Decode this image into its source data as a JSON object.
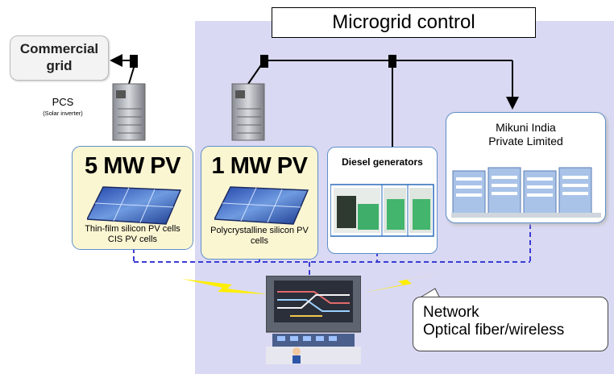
{
  "title": "Microgrid control",
  "grid": {
    "line1": "Commercial",
    "line2": "grid"
  },
  "pcs": {
    "label": "PCS",
    "sublabel": "(Solar inverter)"
  },
  "pv5": {
    "title": "5 MW PV",
    "note1": "Thin-film  silicon PV cells",
    "note2": "CIS PV cells"
  },
  "pv1": {
    "title": "1 MW PV",
    "note1": "Polycrystalline  silicon PV",
    "note2": "cells"
  },
  "diesel": {
    "label": "Diesel generators"
  },
  "mikuni": {
    "line1": "Mikuni  India",
    "line2": "Private Limited"
  },
  "network": {
    "line1": "Network",
    "line2": "Optical fiber/wireless"
  },
  "colors": {
    "control_area": "#d9d9f3",
    "pv_box": "#fbf6d2",
    "box_border": "#5f8fc9",
    "network_line": "#3b3bd6",
    "signal": "#ffee00"
  }
}
